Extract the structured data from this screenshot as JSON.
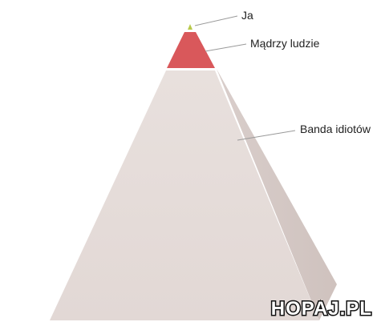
{
  "pyramid": {
    "tiers": [
      {
        "label": "Ja",
        "color": "#b8c94a"
      },
      {
        "label": "Mądrzy ludzie",
        "color": "#d9585b"
      },
      {
        "label": "Banda idiotów",
        "color": "#e4dcd9"
      }
    ]
  },
  "watermark": {
    "text": "HOPAJ.PL"
  },
  "colors": {
    "background": "#ffffff",
    "pyramid_side": "#d8ccc8",
    "leader_line": "#999999",
    "label_text": "#222222"
  }
}
